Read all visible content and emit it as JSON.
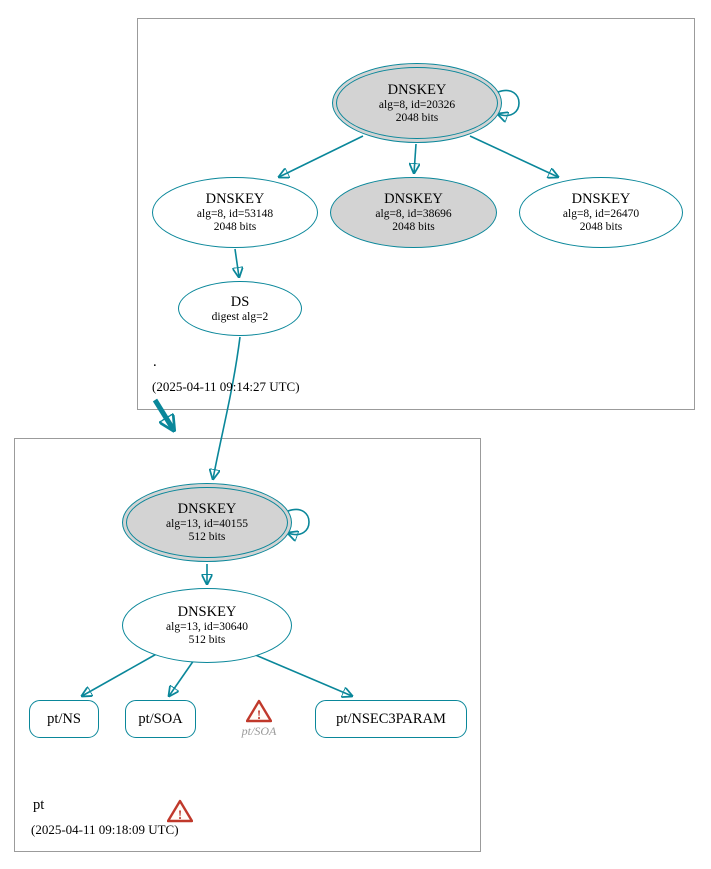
{
  "colors": {
    "teal": "#0a879a",
    "node_fill_gray": "#d3d3d3",
    "warning": "#c0392b",
    "box_border": "#9b9b9b"
  },
  "root_zone": {
    "label": ".",
    "timestamp": "(2025-04-11 09:14:27 UTC)",
    "ksk": {
      "title": "DNSKEY",
      "line1": "alg=8, id=20326",
      "line2": "2048 bits"
    },
    "keys": [
      {
        "title": "DNSKEY",
        "line1": "alg=8, id=53148",
        "line2": "2048 bits"
      },
      {
        "title": "DNSKEY",
        "line1": "alg=8, id=38696",
        "line2": "2048 bits"
      },
      {
        "title": "DNSKEY",
        "line1": "alg=8, id=26470",
        "line2": "2048 bits"
      }
    ],
    "ds": {
      "title": "DS",
      "line1": "digest alg=2"
    }
  },
  "pt_zone": {
    "label": "pt",
    "timestamp": "(2025-04-11 09:18:09 UTC)",
    "ksk": {
      "title": "DNSKEY",
      "line1": "alg=13, id=40155",
      "line2": "512 bits"
    },
    "zsk": {
      "title": "DNSKEY",
      "line1": "alg=13, id=30640",
      "line2": "512 bits"
    },
    "rrsets": [
      {
        "label": "pt/NS"
      },
      {
        "label": "pt/SOA"
      },
      {
        "label": "pt/NSEC3PARAM"
      }
    ],
    "missing_rrset": {
      "label": "pt/SOA"
    }
  }
}
